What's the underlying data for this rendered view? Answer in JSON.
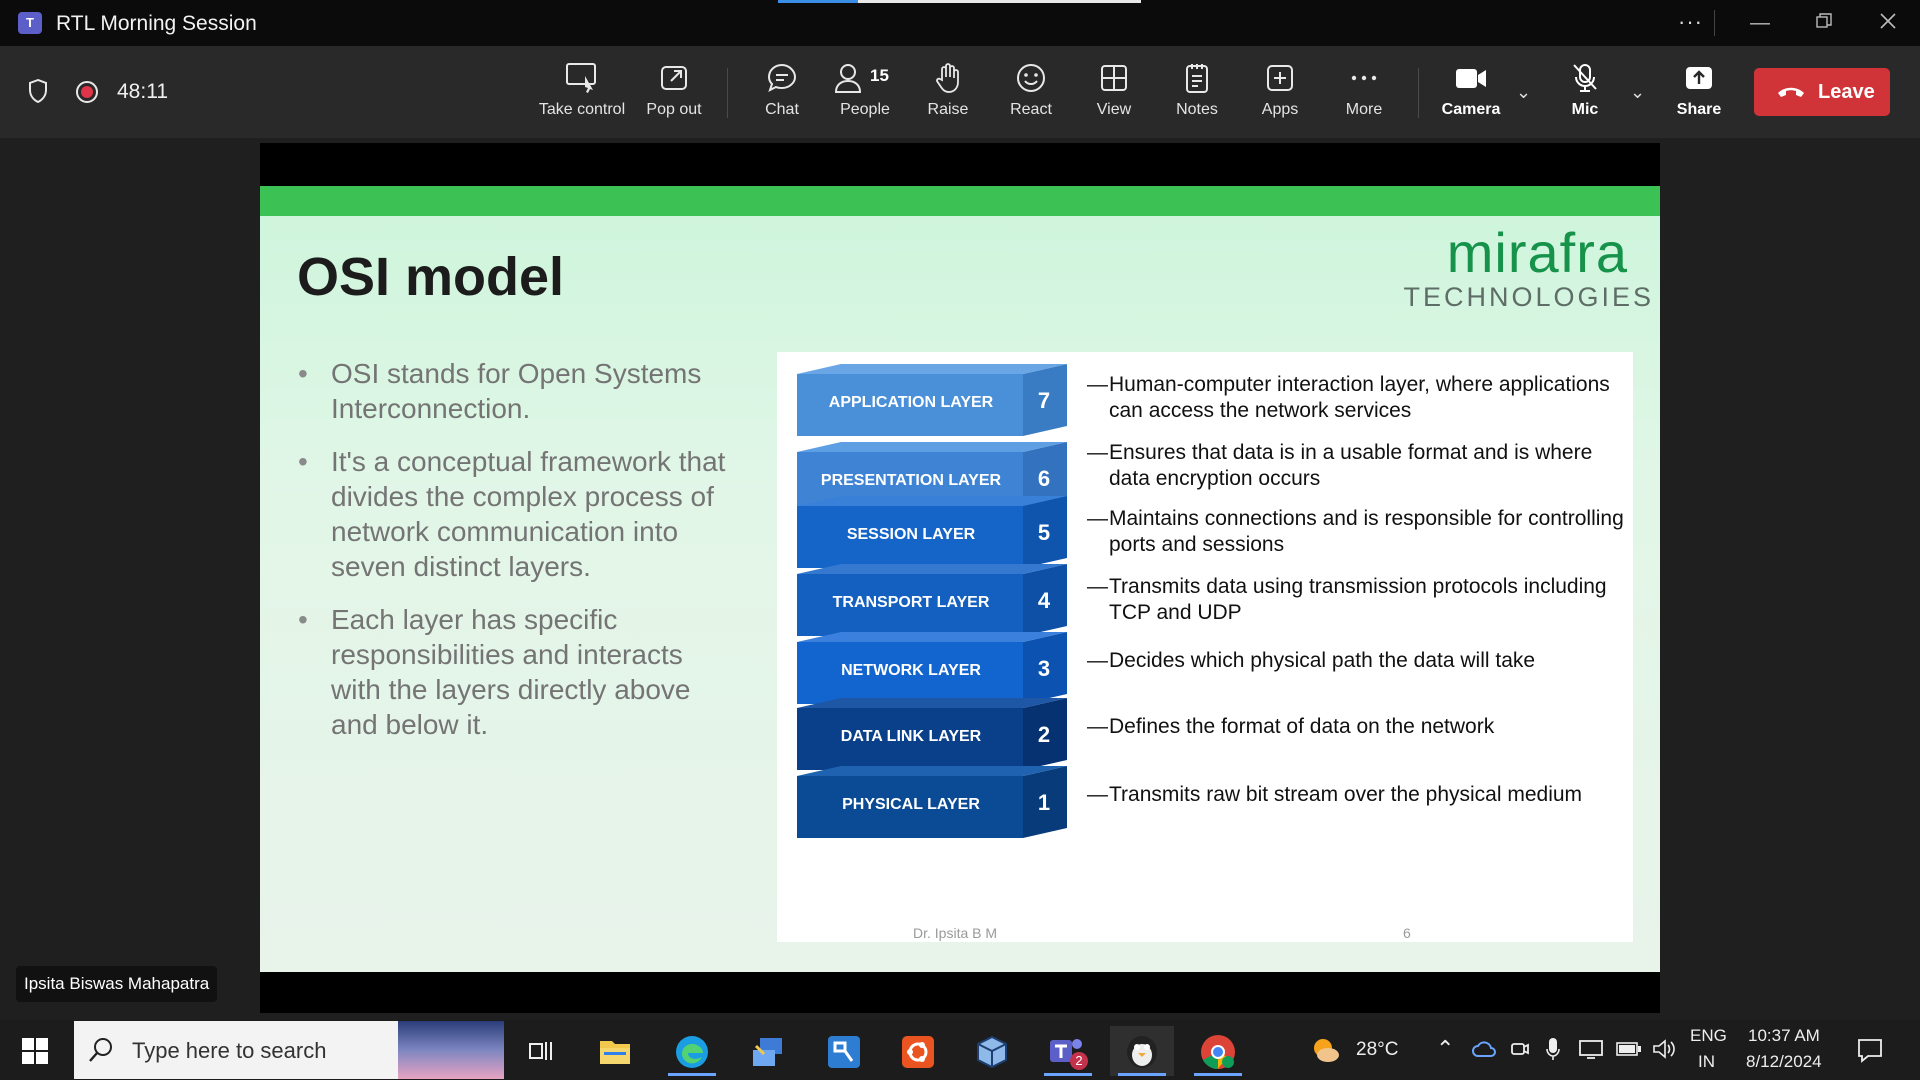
{
  "window": {
    "app_icon": "T",
    "title": "RTL Morning Session",
    "progress": 0.22,
    "more_label": "···"
  },
  "toolbar": {
    "timer": "48:11",
    "buttons": {
      "take_control": "Take control",
      "pop_out": "Pop out",
      "chat": "Chat",
      "people": "People",
      "people_count": "15",
      "raise": "Raise",
      "react": "React",
      "view": "View",
      "notes": "Notes",
      "apps": "Apps",
      "more": "More",
      "camera": "Camera",
      "mic": "Mic",
      "share": "Share",
      "leave": "Leave"
    }
  },
  "slide": {
    "title": "OSI model",
    "logo_main": "mirafra",
    "logo_sub": "TECHNOLOGIES",
    "bullets": [
      "OSI stands for Open Systems Interconnection.",
      "It's a conceptual framework that divides the complex process of network communication into seven distinct layers.",
      "Each layer has specific responsibilities and interacts with the layers directly above and below it."
    ],
    "layers": [
      {
        "name": "APPLICATION LAYER",
        "num": "7",
        "desc": "Human-computer interaction layer, where applications can access the network services",
        "color": "#4a90d9",
        "side": "#3a7cc4",
        "top": "#6aa6e6"
      },
      {
        "name": "PRESENTATION LAYER",
        "num": "6",
        "desc": "Ensures that data is in a usable format and is where data encryption occurs",
        "color": "#3f84d4",
        "side": "#3272bf",
        "top": "#5e9ee2"
      },
      {
        "name": "SESSION LAYER",
        "num": "5",
        "desc": "Maintains connections and is responsible for controlling ports and sessions",
        "color": "#1565c8",
        "side": "#0f55ad",
        "top": "#3980d8"
      },
      {
        "name": "TRANSPORT LAYER",
        "num": "4",
        "desc": "Transmits data using transmission protocols including TCP and UDP",
        "color": "#1360c0",
        "side": "#0d50a5",
        "top": "#3478d0"
      },
      {
        "name": "NETWORK LAYER",
        "num": "3",
        "desc": "Decides which physical path the data will take",
        "color": "#1264cf",
        "side": "#0c52b0",
        "top": "#3a80dc"
      },
      {
        "name": "DATA LINK LAYER",
        "num": "2",
        "desc": "Defines the format of data on the network",
        "color": "#0a3f8a",
        "side": "#073272",
        "top": "#1d57a6"
      },
      {
        "name": "PHYSICAL LAYER",
        "num": "1",
        "desc": "Transmits raw bit stream over the physical medium",
        "color": "#0b4a94",
        "side": "#083b7a",
        "top": "#1f62b0"
      }
    ],
    "footer_author": "Dr. Ipsita B M",
    "footer_page": "6"
  },
  "presenter": "Ipsita Biswas Mahapatra",
  "taskbar": {
    "search_placeholder": "Type here to search",
    "teams_badge": "2",
    "weather": "28°C",
    "lang_line1": "ENG",
    "lang_line2": "IN",
    "time": "10:37 AM",
    "date": "8/12/2024"
  }
}
